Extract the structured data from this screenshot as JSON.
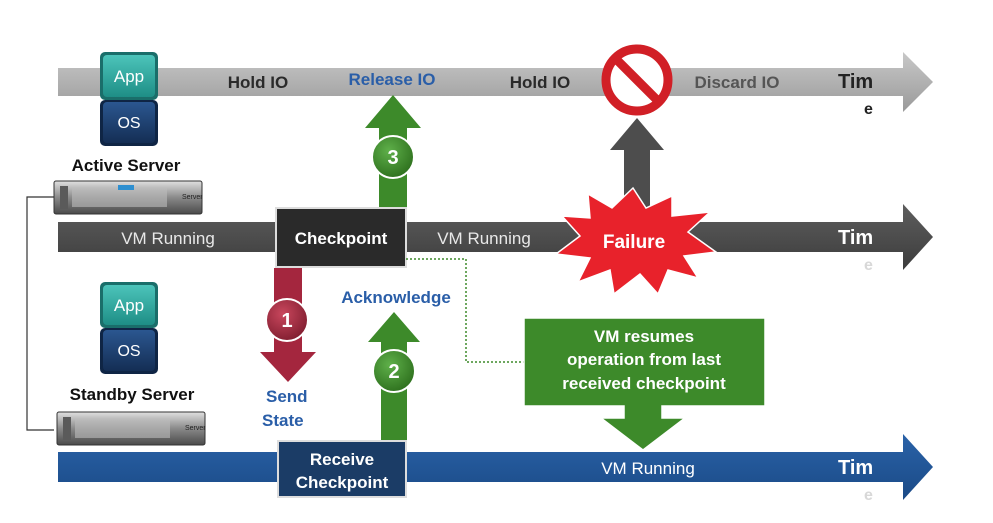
{
  "timelines": {
    "io": {
      "hold_io_1": "Hold IO",
      "release_io": "Release IO",
      "hold_io_2": "Hold IO",
      "discard_io": "Discard IO",
      "time_1": "Tim",
      "time_2": "e"
    },
    "active": {
      "vm_running_1": "VM Running",
      "vm_running_2": "VM Running",
      "time_1": "Tim",
      "time_2": "e"
    },
    "standby": {
      "vm_running": "VM Running",
      "time_1": "Tim",
      "time_2": "e"
    }
  },
  "servers": {
    "active": {
      "app": "App",
      "os": "OS",
      "label": "Active Server",
      "rack_text": "Server"
    },
    "standby": {
      "app": "App",
      "os": "OS",
      "label": "Standby Server",
      "rack_text": "Server"
    }
  },
  "boxes": {
    "checkpoint": "Checkpoint",
    "receive_checkpoint_1": "Receive",
    "receive_checkpoint_2": "Checkpoint",
    "failure": "Failure",
    "resume_1": "VM resumes",
    "resume_2": "operation from last",
    "resume_3": "received checkpoint"
  },
  "steps": {
    "step1": "1",
    "step2": "2",
    "step3": "3",
    "send_state_1": "Send",
    "send_state_2": "State",
    "acknowledge": "Acknowledge"
  },
  "colors": {
    "io_bar": "#a6a6a6",
    "active_bar": "#4d4d4d",
    "standby_bar": "#1f5496",
    "green_arrow": "#3d8a2a",
    "red_arrow": "#a4263e",
    "blue_text": "#2a5ea8",
    "app_box": "#2ea39a",
    "os_box": "#1c3f6e",
    "failure": "#e8222b"
  }
}
